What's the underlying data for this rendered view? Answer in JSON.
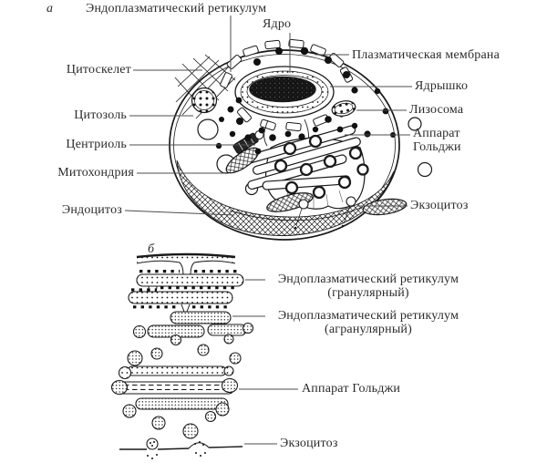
{
  "figure": {
    "part_a": {
      "panel_label": "а",
      "labels": {
        "er": "Эндоплазматический ретикулум",
        "nucleus": "Ядро",
        "plasma_membrane": "Плазматическая мембрана",
        "cytoskeleton": "Цитоскелет",
        "nucleolus": "Ядрышко",
        "cytosol": "Цитозоль",
        "lysosome": "Лизосома",
        "centriole": "Центриоль",
        "golgi_line1": "Аппарат",
        "golgi_line2": "Гольджи",
        "mitochondria": "Митохондрия",
        "endocytosis": "Эндоцитоз",
        "exocytosis": "Экзоцитоз"
      }
    },
    "part_b": {
      "panel_label": "б",
      "labels": {
        "er_granular_line1": "Эндоплазматический ретикулум",
        "er_granular_line2": "(гранулярный)",
        "er_agranular_line1": "Эндоплазматический ретикулум",
        "er_agranular_line2": "(агранулярный)",
        "golgi": "Аппарат Гольджи",
        "exocytosis": "Экзоцитоз"
      }
    }
  }
}
